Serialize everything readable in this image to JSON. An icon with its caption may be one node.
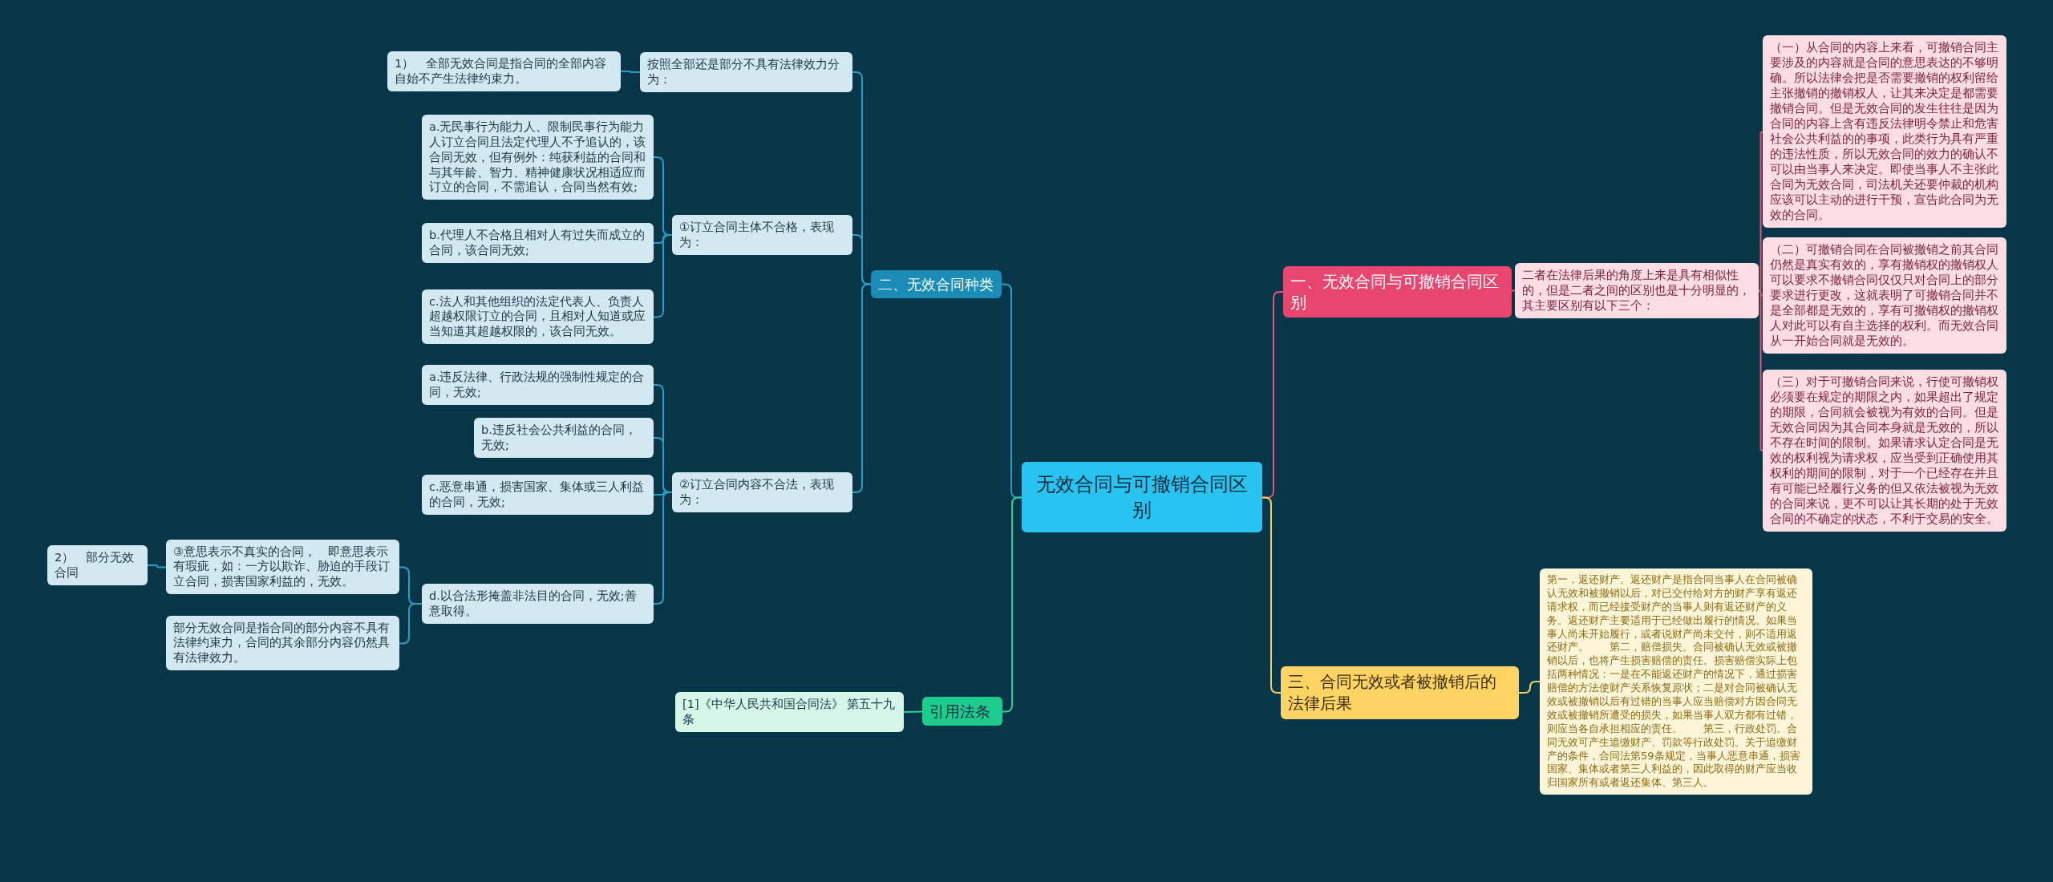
{
  "diagram": {
    "nodes": [
      {
        "text": [
          "无效合同与可撤销合同区别"
        ]
      },
      {
        "text": [
          "一、无效合同与可撤销合同区别"
        ]
      },
      {
        "text": [
          "二者在法律后果的角度上来是具有相似性的，但是二者之间的区别也是十分明显的，其主要区别有以下三个："
        ]
      },
      {
        "text": [
          "（一）从合同的内容上来看，可撤销合同主要涉及的内容就是合同的意思表达的不够明确。所以法律会把是否需要撤销的权利留给主张撤销的撤销权人，让其来决定是都需要撤销合同。但是无效合同的发生往往是因为合同的内容上含有违反法律明令禁止和危害社会公共利益的的事项，此类行为具有严重的违法性质，所以无效合同的效力的确认不可以由当事人来决定。即使当事人不主张此合同为无效合同，司法机关还要仲裁的机构应该可以主动的进行干预，宣告此合同为无效的合同。"
        ]
      },
      {
        "text": [
          "（二）可撤销合同在合同被撤销之前其合同仍然是真实有效的，享有撤销权的撤销权人可以要求不撤销合同仅仅只对合同上的部分要求进行更改，这就表明了可撤销合同并不是全部都是无效的，享有可撤销权的撤销权人对此可以有自主选择的权利。而无效合同从一开始合同就是无效的。"
        ]
      },
      {
        "text": [
          "（三）对于可撤销合同来说，行使可撤销权必须要在规定的期限之内，如果超出了规定的期限，合同就会被视为有效的合同。但是无效合同因为其合同本身就是无效的，所以不存在时间的限制。如果请求认定合同是无效的权利视为请求权，应当受到正确使用其权利的期间的限制，对于一个已经存在并且有可能已经履行义务的但又依法被视为无效的合同来说，更不可以让其长期的处于无效合同的不确定的状态，不利于交易的安全。"
        ]
      },
      {
        "text": [
          "三、合同无效或者被撤销后的法律后果"
        ]
      },
      {
        "text": [
          "第一，返还财产。返还财产是指合同当事人在合同被确认无效和被撤销以后，对已交付给对方的财产享有返还请求权，而已经接受财产的当事人则有返还财产的义务。返还财产主要适用于已经做出履行的情况。如果当事人尚未开始履行，或者说财产尚未交付，则不适用返还财产。　　第二，赔偿损失。合同被确认无效或被撤销以后，也将产生损害赔偿的责任。损害赔偿实际上包括两种情况：一是在不能返还财产的情况下，通过损害赔偿的方法使财产关系恢复原状；二是对合同被确认无效或被撤销以后有过错的当事人应当赔偿对方因合同无效或被撤销所遭受的损失，如果当事人双方都有过错，则应当各自承担相应的责任。　　第三，行政处罚。合同无效可产生追缴财产、罚款等行政处罚。关于追缴财产的条件，合同法第59条规定，当事人恶意串通，损害国家、集体或者第三人利益的，因此取得的财产应当收归国家所有或者返还集体、第三人。"
        ]
      },
      {
        "text": [
          "二、无效合同种类"
        ]
      },
      {
        "text": [
          "按照全部还是部分不具有法律效力分为："
        ]
      },
      {
        "text": [
          "1）　全部无效合同是指合同的全部内容自始不产生法律约束力。"
        ]
      },
      {
        "text": [
          "①订立合同主体不合格，表现为："
        ]
      },
      {
        "text": [
          "a.无民事行为能力人、限制民事行为能力人订立合同且法定代理人不予追认的，该合同无效，但有例外：纯获利益的合同和与其年龄、智力、精神健康状况相适应而订立的合同，不需追认，合同当然有效;"
        ]
      },
      {
        "text": [
          "b.代理人不合格且相对人有过失而成立的合同，该合同无效;"
        ]
      },
      {
        "text": [
          "c.法人和其他组织的法定代表人、负责人超越权限订立的合同，且相对人知道或应当知道其超越权限的，该合同无效。"
        ]
      },
      {
        "text": [
          "②订立合同内容不合法，表现为："
        ]
      },
      {
        "text": [
          "a.违反法律、行政法规的强制性规定的合同，无效;"
        ]
      },
      {
        "text": [
          "b.违反社会公共利益的合同，无效;"
        ]
      },
      {
        "text": [
          "c.恶意串通，损害国家、集体或三人利益的合同，无效;"
        ]
      },
      {
        "text": [
          "d.以合法形掩盖非法目的合同，无效;善意取得。"
        ]
      },
      {
        "text": [
          "③意思表示不真实的合同，　即意思表示有瑕疵，如：一方以欺诈、胁迫的手段订立合同，损害国家利益的，无效。"
        ]
      },
      {
        "text": [
          "部分无效合同是指合同的部分内容不具有法律约束力，合同的其余部分内容仍然具有法律效力。"
        ]
      },
      {
        "text": [
          "2）　部分无效合同"
        ]
      },
      {
        "text": [
          "引用法条"
        ]
      },
      {
        "text": [
          "[1]《中华人民共和国合同法》 第五十九条"
        ]
      }
    ],
    "edges": [
      {
        "from": 0,
        "to": 1,
        "arrow": "none",
        "color": "#e0567a"
      },
      {
        "from": 1,
        "to": 2,
        "arrow": "none",
        "color": "#e0567a"
      },
      {
        "from": 2,
        "to": 3,
        "arrow": "none",
        "color": "#e0567a"
      },
      {
        "from": 2,
        "to": 4,
        "arrow": "none",
        "color": "#e0567a"
      },
      {
        "from": 2,
        "to": 5,
        "arrow": "none",
        "color": "#e0567a"
      },
      {
        "from": 0,
        "to": 6,
        "arrow": "none",
        "color": "#f2cf62"
      },
      {
        "from": 6,
        "to": 7,
        "arrow": "none",
        "color": "#f2cf62"
      },
      {
        "from": 0,
        "to": 8,
        "arrow": "none"
      },
      {
        "from": 8,
        "to": 9,
        "arrow": "none"
      },
      {
        "from": 9,
        "to": 10,
        "arrow": "none"
      },
      {
        "from": 8,
        "to": 11,
        "arrow": "none"
      },
      {
        "from": 11,
        "to": 12,
        "arrow": "none"
      },
      {
        "from": 11,
        "to": 13,
        "arrow": "none"
      },
      {
        "from": 11,
        "to": 14,
        "arrow": "none"
      },
      {
        "from": 8,
        "to": 15,
        "arrow": "none"
      },
      {
        "from": 15,
        "to": 16,
        "arrow": "none"
      },
      {
        "from": 15,
        "to": 17,
        "arrow": "none"
      },
      {
        "from": 15,
        "to": 18,
        "arrow": "none"
      },
      {
        "from": 15,
        "to": 19,
        "arrow": "none"
      },
      {
        "from": 19,
        "to": 20,
        "arrow": "none"
      },
      {
        "from": 19,
        "to": 21,
        "arrow": "none"
      },
      {
        "from": 20,
        "to": 22,
        "arrow": "none"
      },
      {
        "from": 0,
        "to": 23,
        "arrow": "none",
        "color": "#2fcf95"
      },
      {
        "from": 23,
        "to": 24,
        "arrow": "none",
        "color": "#2fcf95"
      }
    ]
  }
}
